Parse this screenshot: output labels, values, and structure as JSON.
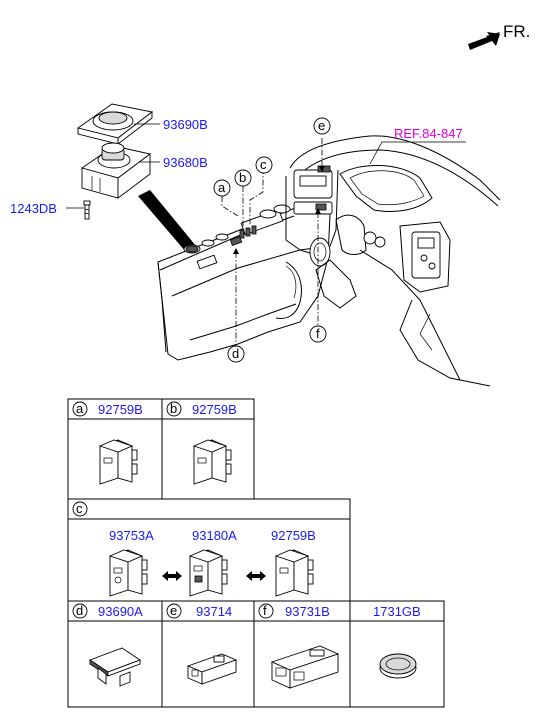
{
  "direction_label": "FR.",
  "reference": "REF.84-847",
  "callouts": {
    "top_cap": "93690B",
    "top_switch": "93680B",
    "bolt": "1243DB"
  },
  "circle_labels": [
    "a",
    "b",
    "c",
    "d",
    "e",
    "f"
  ],
  "table": {
    "row1": [
      {
        "key": "a",
        "part": "92759B"
      },
      {
        "key": "b",
        "part": "92759B"
      }
    ],
    "row2": {
      "key": "c",
      "parts": [
        "93753A",
        "93180A",
        "92759B"
      ]
    },
    "row3": [
      {
        "key": "d",
        "part": "93690A"
      },
      {
        "key": "e",
        "part": "93714"
      },
      {
        "key": "f",
        "part": "93731B"
      },
      {
        "key": "",
        "part": "1731GB"
      }
    ]
  },
  "colors": {
    "part_number": "#1a1aff",
    "reference": "#e000e0"
  }
}
